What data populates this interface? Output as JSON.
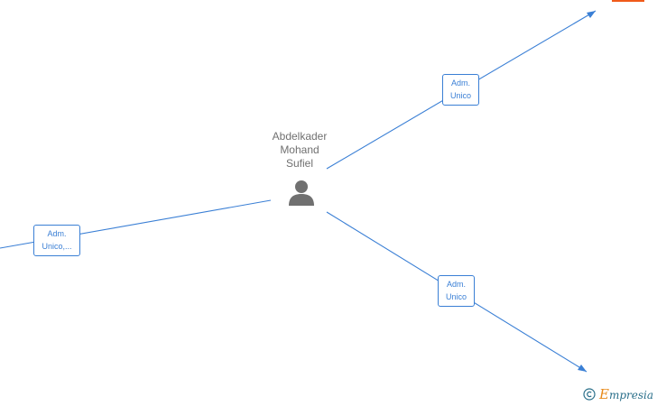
{
  "person": {
    "name_lines": [
      "Abdelkader",
      "Mohand",
      "Sufiel"
    ],
    "icon": "person-icon"
  },
  "relations": [
    {
      "id": "top",
      "lines": [
        "Adm.",
        "Unico"
      ]
    },
    {
      "id": "left",
      "lines": [
        "Adm.",
        "Unico,..."
      ]
    },
    {
      "id": "bottom",
      "lines": [
        "Adm.",
        "Unico"
      ]
    }
  ],
  "company_icon": "building-icon",
  "footer": {
    "copyright_symbol": "©",
    "brand_initial": "E",
    "brand_rest": "mpresia"
  },
  "colors": {
    "edge": "#3a7fd5",
    "person_icon": "#707070",
    "company_icon": "#f05a1a",
    "brand": "#2a6f8a",
    "brand_accent": "#e88a1a"
  }
}
